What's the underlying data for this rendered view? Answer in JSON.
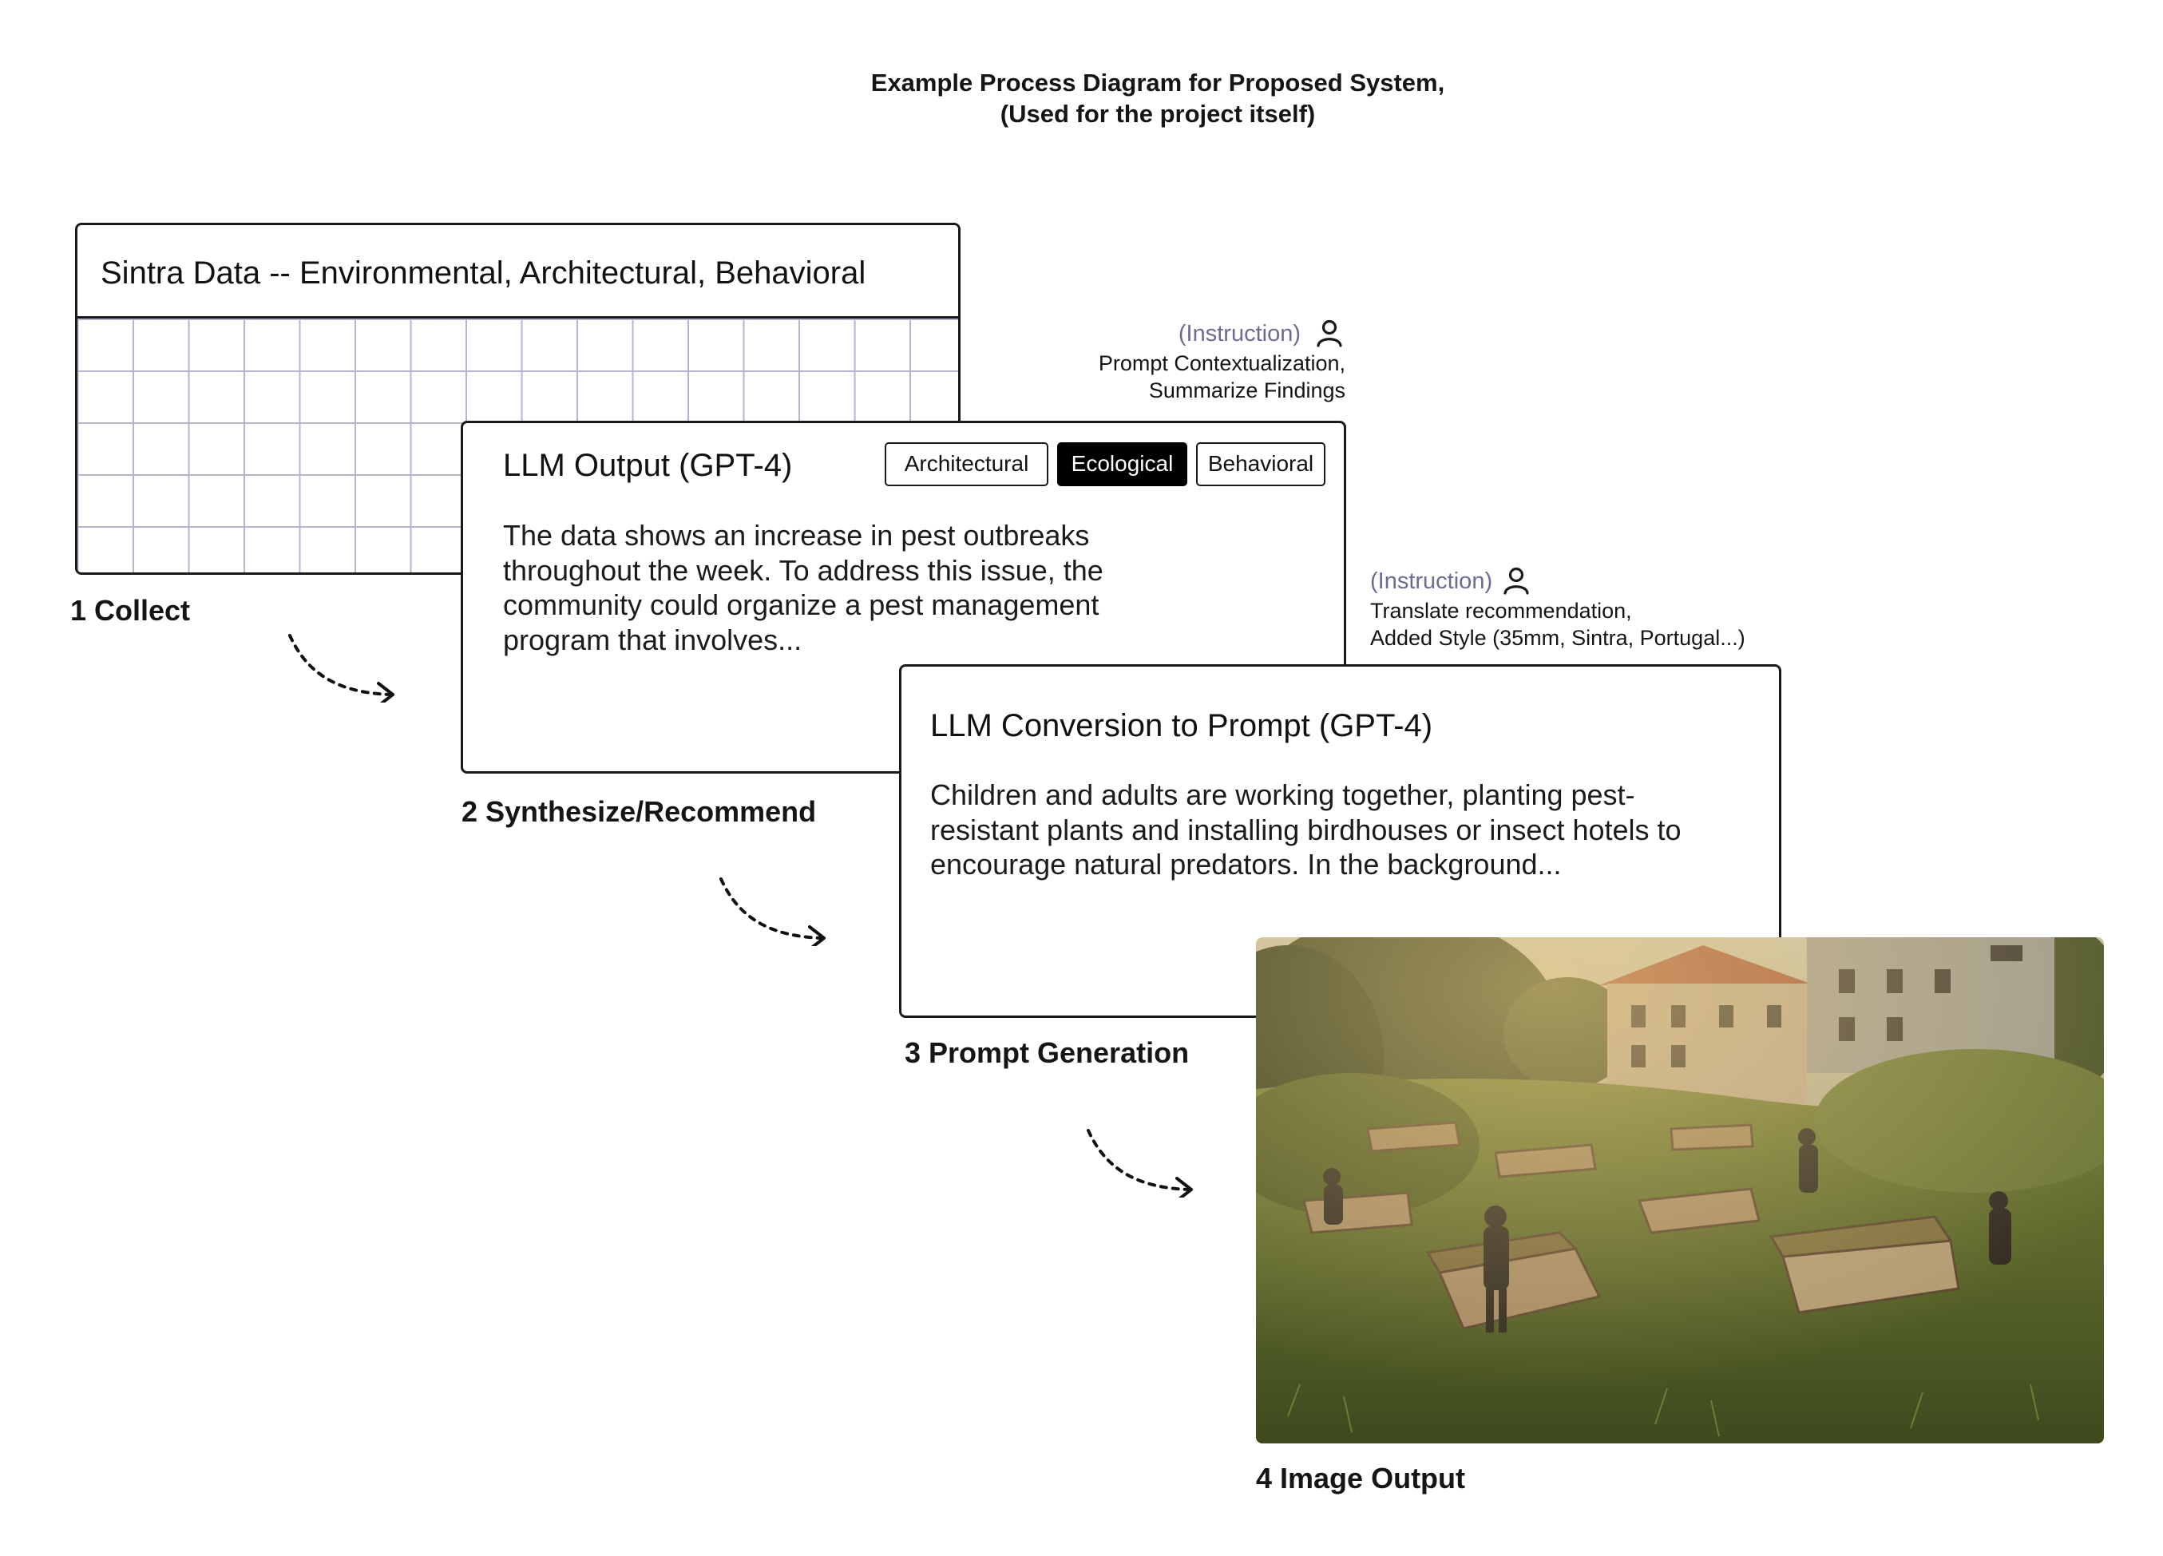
{
  "title": {
    "line1": "Example Process Diagram for Proposed System,",
    "line2": "(Used for the project itself)"
  },
  "steps": {
    "collect": "1 Collect",
    "synthesize": "2 Synthesize/Recommend",
    "prompt": "3 Prompt Generation",
    "image": "4 Image Output"
  },
  "card_data": {
    "title": "Sintra Data -- Environmental, Architectural, Behavioral"
  },
  "card_llm": {
    "title": "LLM Output (GPT-4)",
    "tags": [
      "Architectural",
      "Ecological",
      "Behavioral"
    ],
    "selected_tag": "Ecological",
    "body": "The data shows an increase in pest outbreaks throughout the week. To address this issue, the community could organize a pest management program that involves..."
  },
  "card_conversion": {
    "title": "LLM Conversion to Prompt (GPT-4)",
    "body": "Children and adults are working together, planting pest-resistant plants and installing birdhouses or insect hotels to encourage natural predators. In the background..."
  },
  "instructions": [
    {
      "label": "(Instruction)",
      "line1": "Prompt Contextualization,",
      "line2": "Summarize Findings",
      "icon": "person-icon"
    },
    {
      "label": "(Instruction)",
      "line1": "Translate recommendation,",
      "line2": "Added Style (35mm, Sintra, Portugal...)",
      "icon": "person-icon"
    }
  ],
  "colors": {
    "instruction_label": "#6a6c94",
    "grid_lines": "#b4b4cc",
    "selected_tag_bg": "#000000"
  }
}
